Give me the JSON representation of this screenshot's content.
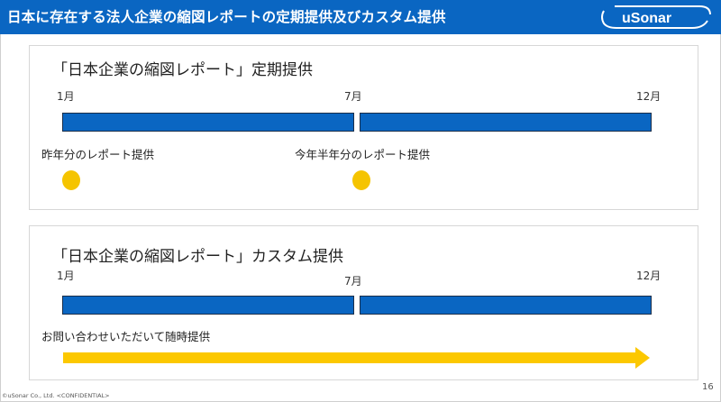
{
  "header": {
    "title": "日本に存在する法人企業の縮図レポートの定期提供及びカスタム提供",
    "logo_text": "uSonar",
    "bar_color": "#0a66c2"
  },
  "sections": [
    {
      "title": "「日本企業の縮図レポート」定期提供",
      "months": [
        "1月",
        "7月",
        "12月"
      ],
      "labels": [
        "昨年分のレポート提供",
        "今年半年分のレポート提供"
      ],
      "markers": [
        "yellow-dot",
        "yellow-dot"
      ]
    },
    {
      "title": "「日本企業の縮図レポート」カスタム提供",
      "months": [
        "1月",
        "7月",
        "12月"
      ],
      "labels": [
        "お問い合わせいただいて随時提供"
      ],
      "markers": [
        "yellow-arrow"
      ]
    }
  ],
  "colors": {
    "timeline_bar": "#0a66c2",
    "marker": "#f5c400",
    "arrow": "#fcc800"
  },
  "footer": {
    "copyright": "©uSonar Co., Ltd. <CONFIDENTIAL>",
    "page_number": "16"
  }
}
